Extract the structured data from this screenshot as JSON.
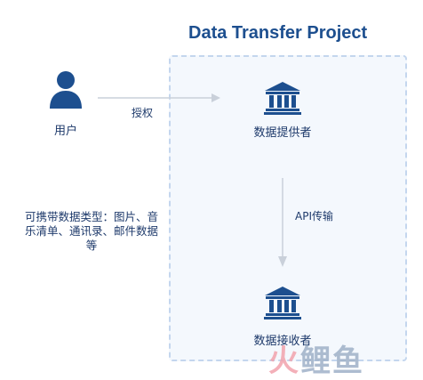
{
  "title": "Data Transfer Project",
  "nodes": {
    "user": "用户",
    "provider": "数据提供者",
    "receiver": "数据接收者"
  },
  "edges": {
    "authorize": "授权",
    "api_transfer": "API传输"
  },
  "note": "可携带数据类型：图片、音乐清单、通讯录、邮件数据等",
  "watermark": "火鲤鱼",
  "colors": {
    "primary": "#1d4f8f",
    "frame_border": "#c4d6ee",
    "frame_fill": "#f4f8fd",
    "arrow": "#c9d0da"
  }
}
